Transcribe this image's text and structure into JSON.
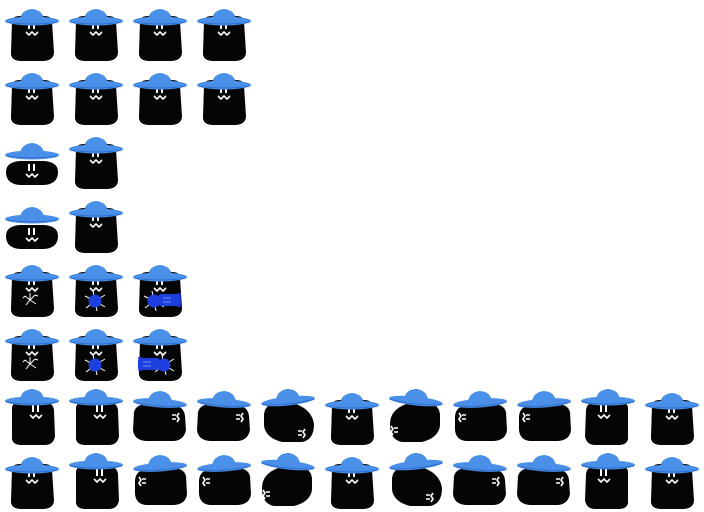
{
  "sprite_sheet": {
    "colors": {
      "hat": "#4a8fe8",
      "hat_shadow": "#2f6fd0",
      "body": "#050505",
      "eyes": "#ffffff",
      "crack": "#ffffff",
      "impact": "#1d3fe0",
      "fist": "#1d3fe0"
    },
    "frames": [
      {
        "row": 0,
        "col": 0,
        "pose": "stand-front"
      },
      {
        "row": 0,
        "col": 1,
        "pose": "stand-front"
      },
      {
        "row": 0,
        "col": 2,
        "pose": "stand-front"
      },
      {
        "row": 0,
        "col": 3,
        "pose": "stand-front"
      },
      {
        "row": 1,
        "col": 0,
        "pose": "stand-front"
      },
      {
        "row": 1,
        "col": 1,
        "pose": "stand-front"
      },
      {
        "row": 1,
        "col": 2,
        "pose": "stand-front"
      },
      {
        "row": 1,
        "col": 3,
        "pose": "stand-front"
      },
      {
        "row": 2,
        "col": 0,
        "pose": "squash"
      },
      {
        "row": 2,
        "col": 1,
        "pose": "stand-front"
      },
      {
        "row": 3,
        "col": 0,
        "pose": "squash"
      },
      {
        "row": 3,
        "col": 1,
        "pose": "stand-front"
      },
      {
        "row": 4,
        "col": 0,
        "pose": "hit-crack"
      },
      {
        "row": 4,
        "col": 1,
        "pose": "hit-impact"
      },
      {
        "row": 4,
        "col": 2,
        "pose": "hit-punch-right"
      },
      {
        "row": 5,
        "col": 0,
        "pose": "hit-crack"
      },
      {
        "row": 5,
        "col": 1,
        "pose": "hit-impact"
      },
      {
        "row": 5,
        "col": 2,
        "pose": "hit-punch-left"
      },
      {
        "row": 6,
        "col": 0,
        "pose": "walk-right"
      },
      {
        "row": 6,
        "col": 1,
        "pose": "walk-right"
      },
      {
        "row": 6,
        "col": 2,
        "pose": "lean-right"
      },
      {
        "row": 6,
        "col": 3,
        "pose": "lean-right"
      },
      {
        "row": 6,
        "col": 4,
        "pose": "tumble-right"
      },
      {
        "row": 6,
        "col": 5,
        "pose": "stand-front"
      },
      {
        "row": 6,
        "col": 6,
        "pose": "tumble-left"
      },
      {
        "row": 6,
        "col": 7,
        "pose": "lean-left"
      },
      {
        "row": 6,
        "col": 8,
        "pose": "lean-left"
      },
      {
        "row": 6,
        "col": 9,
        "pose": "walk-left"
      },
      {
        "row": 6,
        "col": 10,
        "pose": "stand-front"
      },
      {
        "row": 7,
        "col": 0,
        "pose": "stand-front"
      },
      {
        "row": 7,
        "col": 1,
        "pose": "walk-right"
      },
      {
        "row": 7,
        "col": 2,
        "pose": "lean-left"
      },
      {
        "row": 7,
        "col": 3,
        "pose": "lean-left"
      },
      {
        "row": 7,
        "col": 4,
        "pose": "tumble-left"
      },
      {
        "row": 7,
        "col": 5,
        "pose": "stand-front"
      },
      {
        "row": 7,
        "col": 6,
        "pose": "tumble-right"
      },
      {
        "row": 7,
        "col": 7,
        "pose": "lean-right"
      },
      {
        "row": 7,
        "col": 8,
        "pose": "lean-right"
      },
      {
        "row": 7,
        "col": 9,
        "pose": "walk-left"
      },
      {
        "row": 7,
        "col": 10,
        "pose": "stand-front"
      }
    ]
  }
}
